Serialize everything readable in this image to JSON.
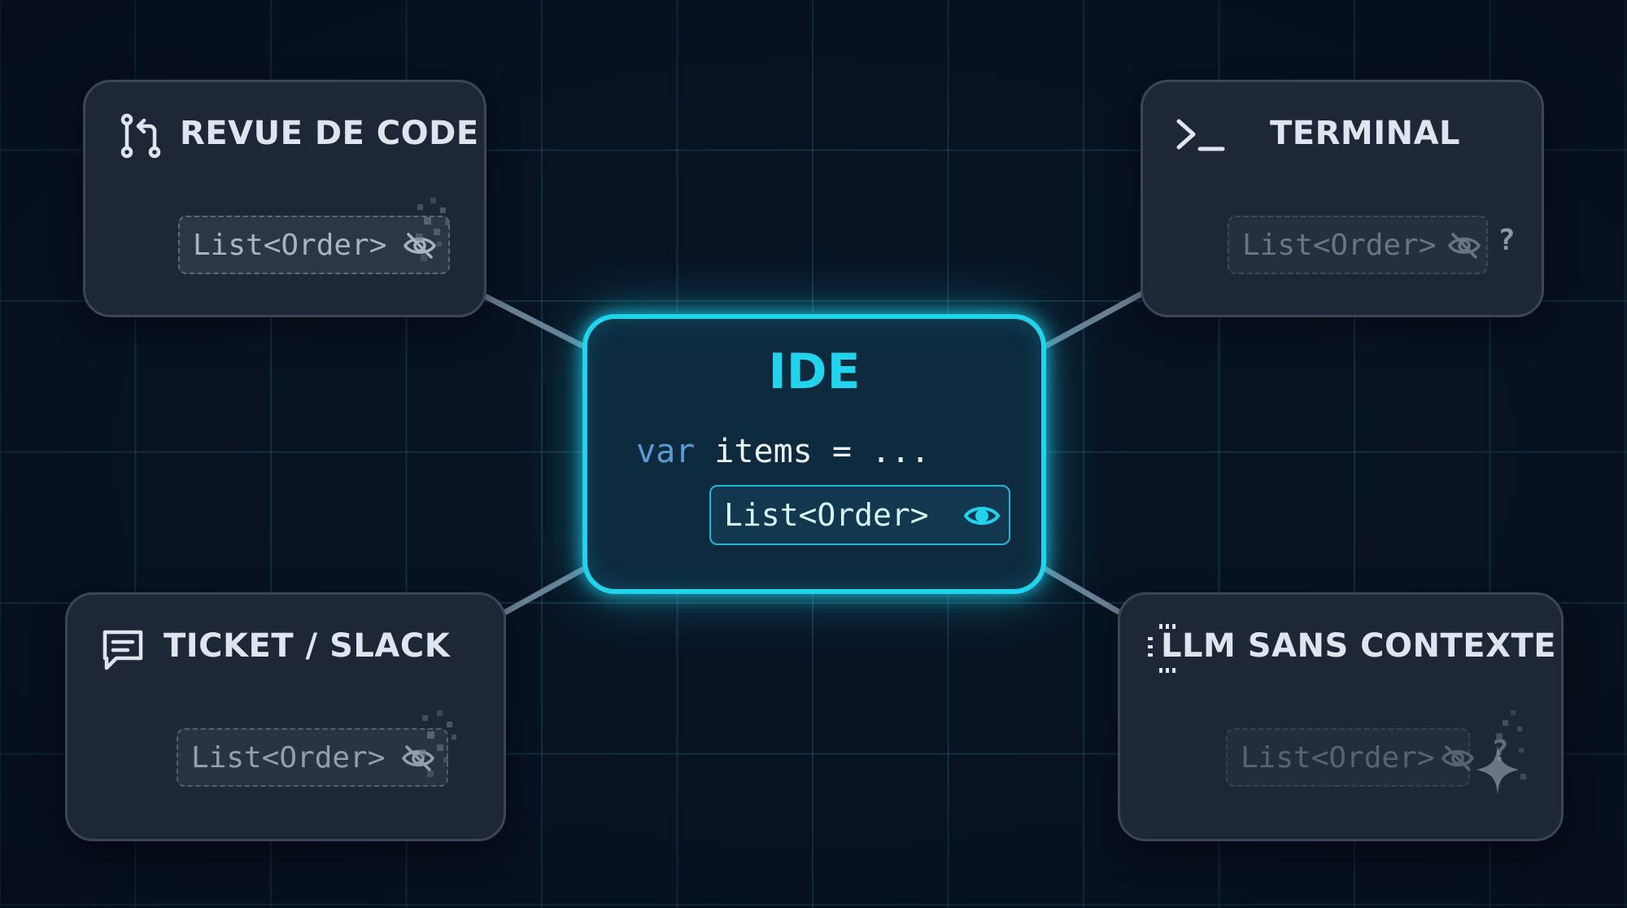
{
  "center": {
    "title": "IDE",
    "code_keyword": "var",
    "code_rest": " items = ...",
    "type_chip": "List<Order>",
    "chip_icon": "eye-icon"
  },
  "nodes": {
    "code_review": {
      "title": "REVUE DE CODE",
      "icon": "git-pull-request-icon",
      "chip": "List<Order>",
      "chip_icon": "eye-off-icon"
    },
    "terminal": {
      "title": "TERMINAL",
      "icon": "terminal-prompt-icon",
      "chip": "List<Order>",
      "chip_icon": "eye-off-icon",
      "marker": "?"
    },
    "ticket": {
      "title": "TICKET / SLACK",
      "icon": "chat-message-icon",
      "chip": "List<Order>",
      "chip_icon": "eye-off-icon"
    },
    "llm": {
      "title": "LLM SANS CONTEXTE",
      "icon": "sparkle-icon",
      "chip": "List<Order>",
      "chip_icon": "eye-off-icon",
      "marker": "?"
    }
  },
  "colors": {
    "background": "#081322",
    "accent": "#22d3ee",
    "card": "#1d2736",
    "keyword": "#5b9bd5"
  }
}
